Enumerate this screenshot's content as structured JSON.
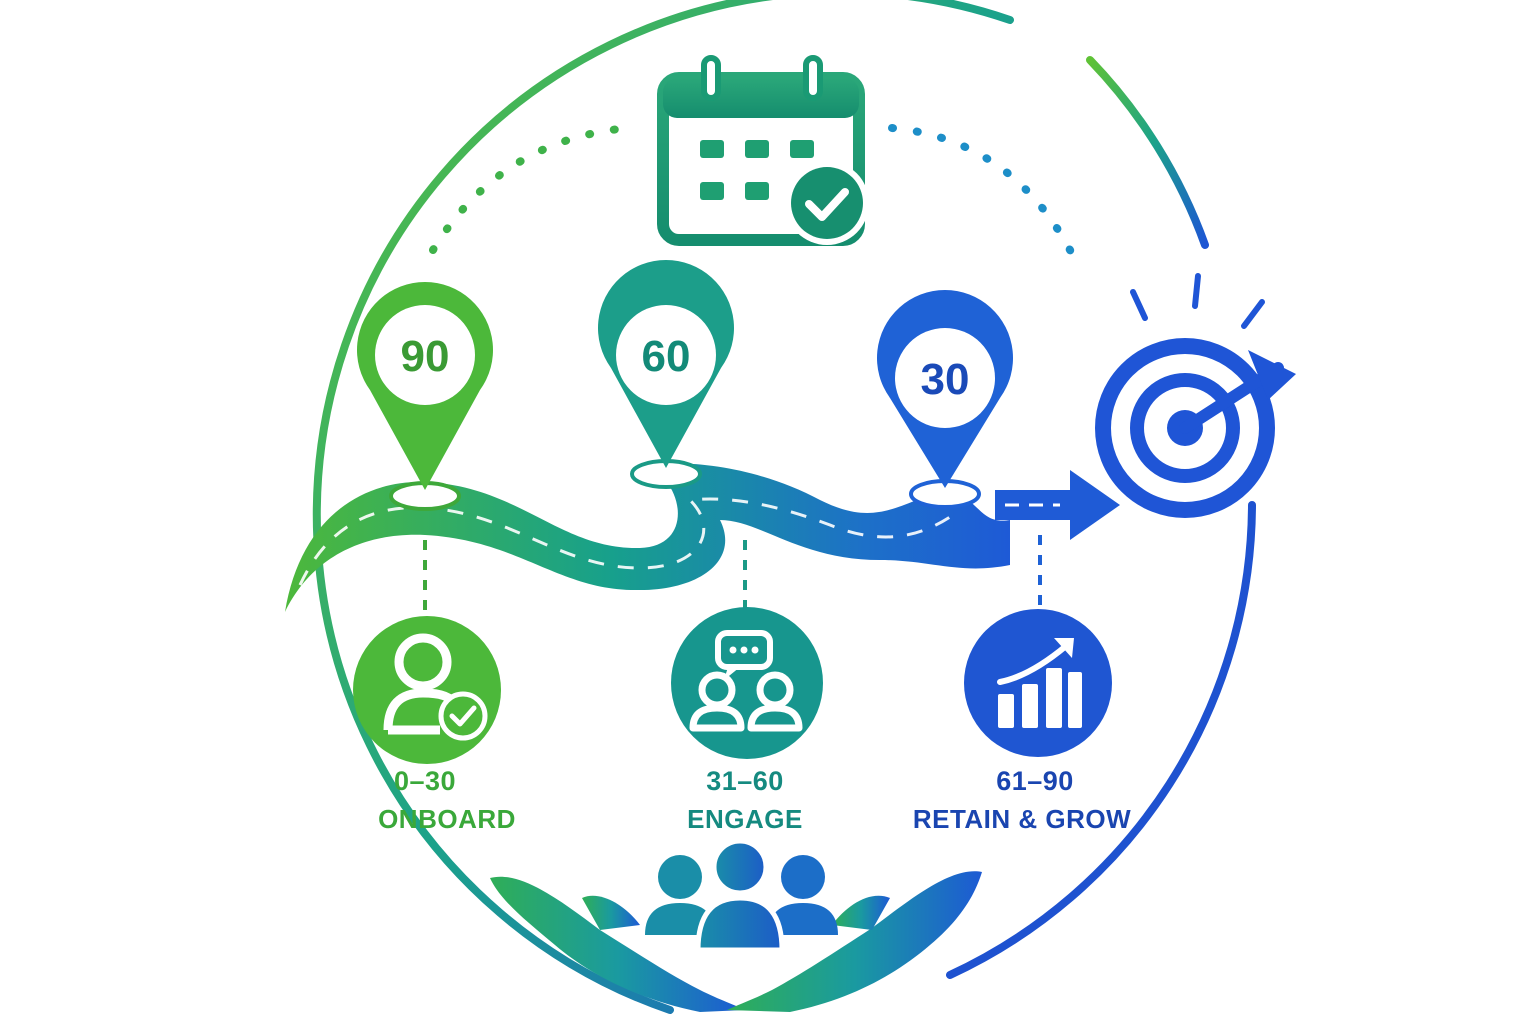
{
  "colors": {
    "green": "#4cb83a",
    "teal": "#1b9a86",
    "blue": "#1f62d6",
    "dark_green": "#2e9a3a",
    "dark_teal": "#178a80",
    "dark_blue": "#1a45b0"
  },
  "pins": [
    {
      "label": "90",
      "icon": "map-pin-icon"
    },
    {
      "label": "60",
      "icon": "map-pin-icon"
    },
    {
      "label": "30",
      "icon": "map-pin-icon"
    }
  ],
  "stages": [
    {
      "range": "0–30",
      "name": "ONBOARD",
      "icon": "user-check-icon"
    },
    {
      "range": "31–60",
      "name": "ENGAGE",
      "icon": "people-chat-icon"
    },
    {
      "range": "61–90",
      "name": "RETAIN & GROW",
      "icon": "growth-chart-icon"
    }
  ],
  "icons": {
    "top": "calendar-check-icon",
    "goal": "target-arrow-icon",
    "bottom": "hands-holding-people-icon"
  }
}
